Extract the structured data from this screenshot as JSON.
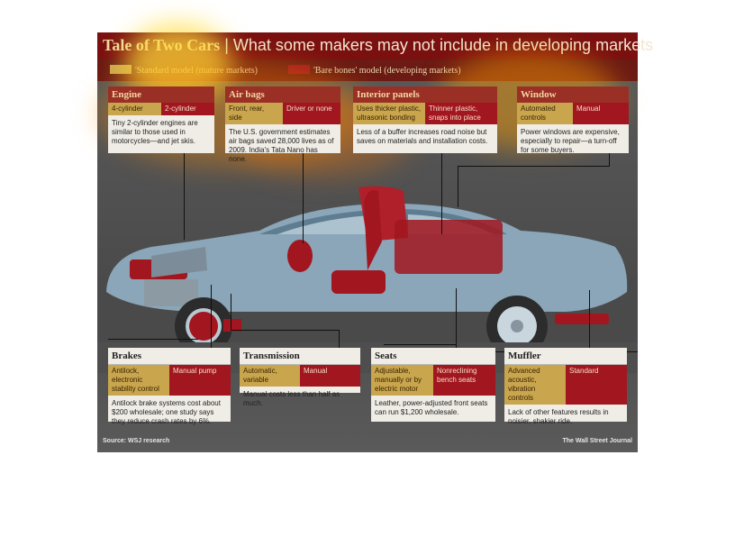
{
  "title": {
    "main": "Tale of Two Cars",
    "separator": " | ",
    "sub": "What some makers may not include in developing markets"
  },
  "legend": {
    "standard": "'Standard model (mature markets)",
    "bare": "'Bare bones' model (developing markets)",
    "colors": {
      "standard": "#c9a64e",
      "bare": "#a1161f"
    }
  },
  "features": {
    "engine": {
      "title": "Engine",
      "standard": "4-cylinder",
      "bare": "2-cylinder",
      "desc": "Tiny 2-cylinder engines are similar to those used in motorcycles—and jet skis."
    },
    "airbags": {
      "title": "Air bags",
      "standard": "Front, rear, side",
      "bare": "Driver or none",
      "desc": "The U.S. government estimates air bags saved 28,000 lives as of 2009. India's Tata Nano has none."
    },
    "interior": {
      "title": "Interior panels",
      "standard": "Uses thicker plastic, ultrasonic bonding",
      "bare": "Thinner plastic, snaps into place",
      "desc": "Less of a buffer increases road noise but saves on materials and installation costs."
    },
    "window": {
      "title": "Window",
      "standard": "Automated controls",
      "bare": "Manual",
      "desc": "Power windows are expensive, especially to repair—a turn-off for some buyers."
    },
    "brakes": {
      "title": "Brakes",
      "standard": "Antilock, electronic stability control",
      "bare": "Manual pump",
      "desc": "Antilock brake systems cost about $200 wholesale; one study says they reduce crash rates by 6%."
    },
    "transmission": {
      "title": "Transmission",
      "standard": "Automatic, variable",
      "bare": "Manual",
      "desc": "Manual costs less than half as much."
    },
    "seats": {
      "title": "Seats",
      "standard": "Adjustable, manually or by electric motor",
      "bare": "Nonreclining bench seats",
      "desc": "Leather, power-adjusted front seats can run $1,200 wholesale."
    },
    "muffler": {
      "title": "Muffler",
      "standard": "Advanced acoustic, vibration controls",
      "bare": "Standard",
      "desc": "Lack of other features results in noisier, shakier ride."
    }
  },
  "footer": {
    "source": "Source: WSJ research",
    "publisher": "The Wall Street Journal"
  }
}
